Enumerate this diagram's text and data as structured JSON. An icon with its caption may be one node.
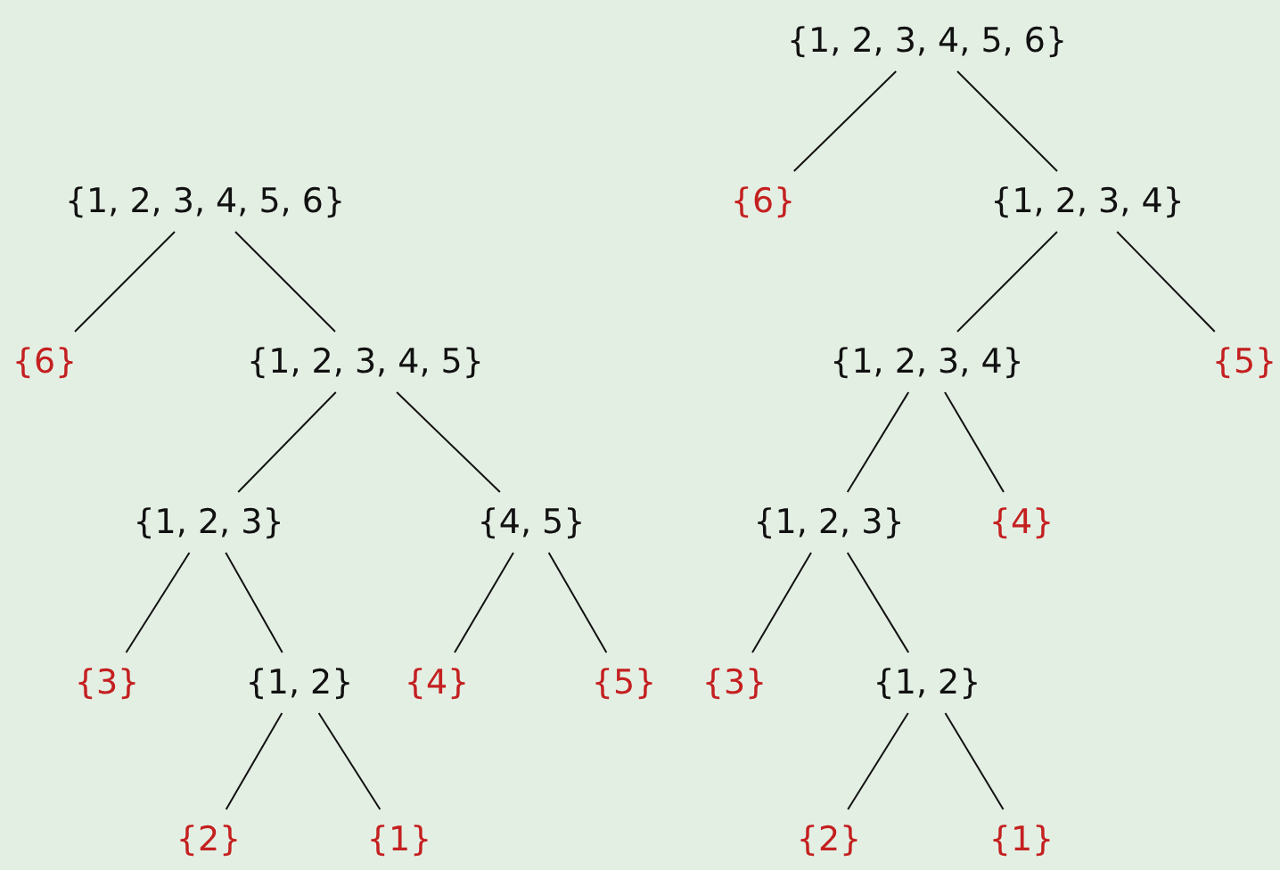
{
  "diagram": {
    "nodes": [
      {
        "text": [
          "{1, 2, 3, 4, 5, 6}"
        ]
      },
      {
        "text": [
          "{6}"
        ]
      },
      {
        "text": [
          "{1, 2, 3, 4, 5}"
        ]
      },
      {
        "text": [
          "{1, 2, 3}"
        ]
      },
      {
        "text": [
          "{4, 5}"
        ]
      },
      {
        "text": [
          "{3}"
        ]
      },
      {
        "text": [
          "{1, 2}"
        ]
      },
      {
        "text": [
          "{4}"
        ]
      },
      {
        "text": [
          "{5}"
        ]
      },
      {
        "text": [
          "{2}"
        ]
      },
      {
        "text": [
          "{1}"
        ]
      },
      {
        "text": [
          "{1, 2, 3, 4, 5, 6}"
        ]
      },
      {
        "text": [
          "{6}"
        ]
      },
      {
        "text": [
          "{1, 2, 3, 4}"
        ]
      },
      {
        "text": [
          "{1, 2, 3, 4}"
        ]
      },
      {
        "text": [
          "{5}"
        ]
      },
      {
        "text": [
          "{1, 2, 3}"
        ]
      },
      {
        "text": [
          "{4}"
        ]
      },
      {
        "text": [
          "{3}"
        ]
      },
      {
        "text": [
          "{1, 2}"
        ]
      },
      {
        "text": [
          "{2}"
        ]
      },
      {
        "text": [
          "{1}"
        ]
      }
    ],
    "edges": [
      {
        "from": 0,
        "to": 1,
        "arrow": "none"
      },
      {
        "from": 0,
        "to": 2,
        "arrow": "none"
      },
      {
        "from": 2,
        "to": 3,
        "arrow": "none"
      },
      {
        "from": 2,
        "to": 4,
        "arrow": "none"
      },
      {
        "from": 3,
        "to": 5,
        "arrow": "none"
      },
      {
        "from": 3,
        "to": 6,
        "arrow": "none"
      },
      {
        "from": 4,
        "to": 7,
        "arrow": "none"
      },
      {
        "from": 4,
        "to": 8,
        "arrow": "none"
      },
      {
        "from": 6,
        "to": 9,
        "arrow": "none"
      },
      {
        "from": 6,
        "to": 10,
        "arrow": "none"
      },
      {
        "from": 11,
        "to": 12,
        "arrow": "none"
      },
      {
        "from": 11,
        "to": 13,
        "arrow": "none"
      },
      {
        "from": 13,
        "to": 14,
        "arrow": "none"
      },
      {
        "from": 13,
        "to": 15,
        "arrow": "none"
      },
      {
        "from": 14,
        "to": 16,
        "arrow": "none"
      },
      {
        "from": 14,
        "to": 17,
        "arrow": "none"
      },
      {
        "from": 16,
        "to": 18,
        "arrow": "none"
      },
      {
        "from": 16,
        "to": 19,
        "arrow": "none"
      },
      {
        "from": 19,
        "to": 20,
        "arrow": "none"
      },
      {
        "from": 19,
        "to": 21,
        "arrow": "none"
      }
    ]
  }
}
